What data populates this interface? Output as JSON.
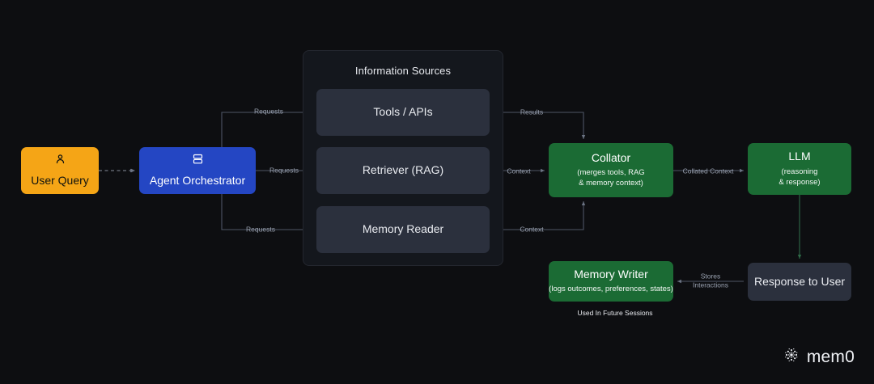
{
  "page": {
    "background": "#0d0e11",
    "brand_name": "mem0",
    "brand_icon": "mem0-burst-icon"
  },
  "colors": {
    "amber": "#f5a516",
    "blue": "#2446c3",
    "green": "#1b6b34",
    "slate": "#2b303d",
    "panel": "#14171d",
    "edge": "#5b6272",
    "edge_label": "#9aa2b1"
  },
  "group": {
    "title": "Information Sources"
  },
  "nodes": {
    "user_query": {
      "title": "User Query",
      "icon": "user-icon"
    },
    "agent_orchestrator": {
      "title": "Agent Orchestrator",
      "icon": "server-stack-icon"
    },
    "tools_apis": {
      "title": "Tools / APIs"
    },
    "retriever_rag": {
      "title": "Retriever (RAG)"
    },
    "memory_reader": {
      "title": "Memory Reader"
    },
    "collator": {
      "title": "Collator",
      "sub_line1": "(merges tools, RAG",
      "sub_line2": "& memory context)"
    },
    "llm": {
      "title": "LLM",
      "sub_line1": "(reasoning",
      "sub_line2": "& response)"
    },
    "memory_writer": {
      "title": "Memory Writer",
      "sub_line1": "(logs outcomes, preferences, states)"
    },
    "response_user": {
      "title": "Response to User"
    }
  },
  "edges": {
    "query_to_orchestrator": "",
    "requests_tools": "Requests",
    "requests_retriever": "Requests",
    "requests_memory": "Requests",
    "results_tools": "Results",
    "context_retriever": "Context",
    "context_memory": "Context",
    "collated_context": "Collated Context",
    "llm_to_response": "",
    "stores_line1": "Stores",
    "stores_line2": "Interactions"
  },
  "captions": {
    "future_sessions": "Used In Future Sessions"
  }
}
